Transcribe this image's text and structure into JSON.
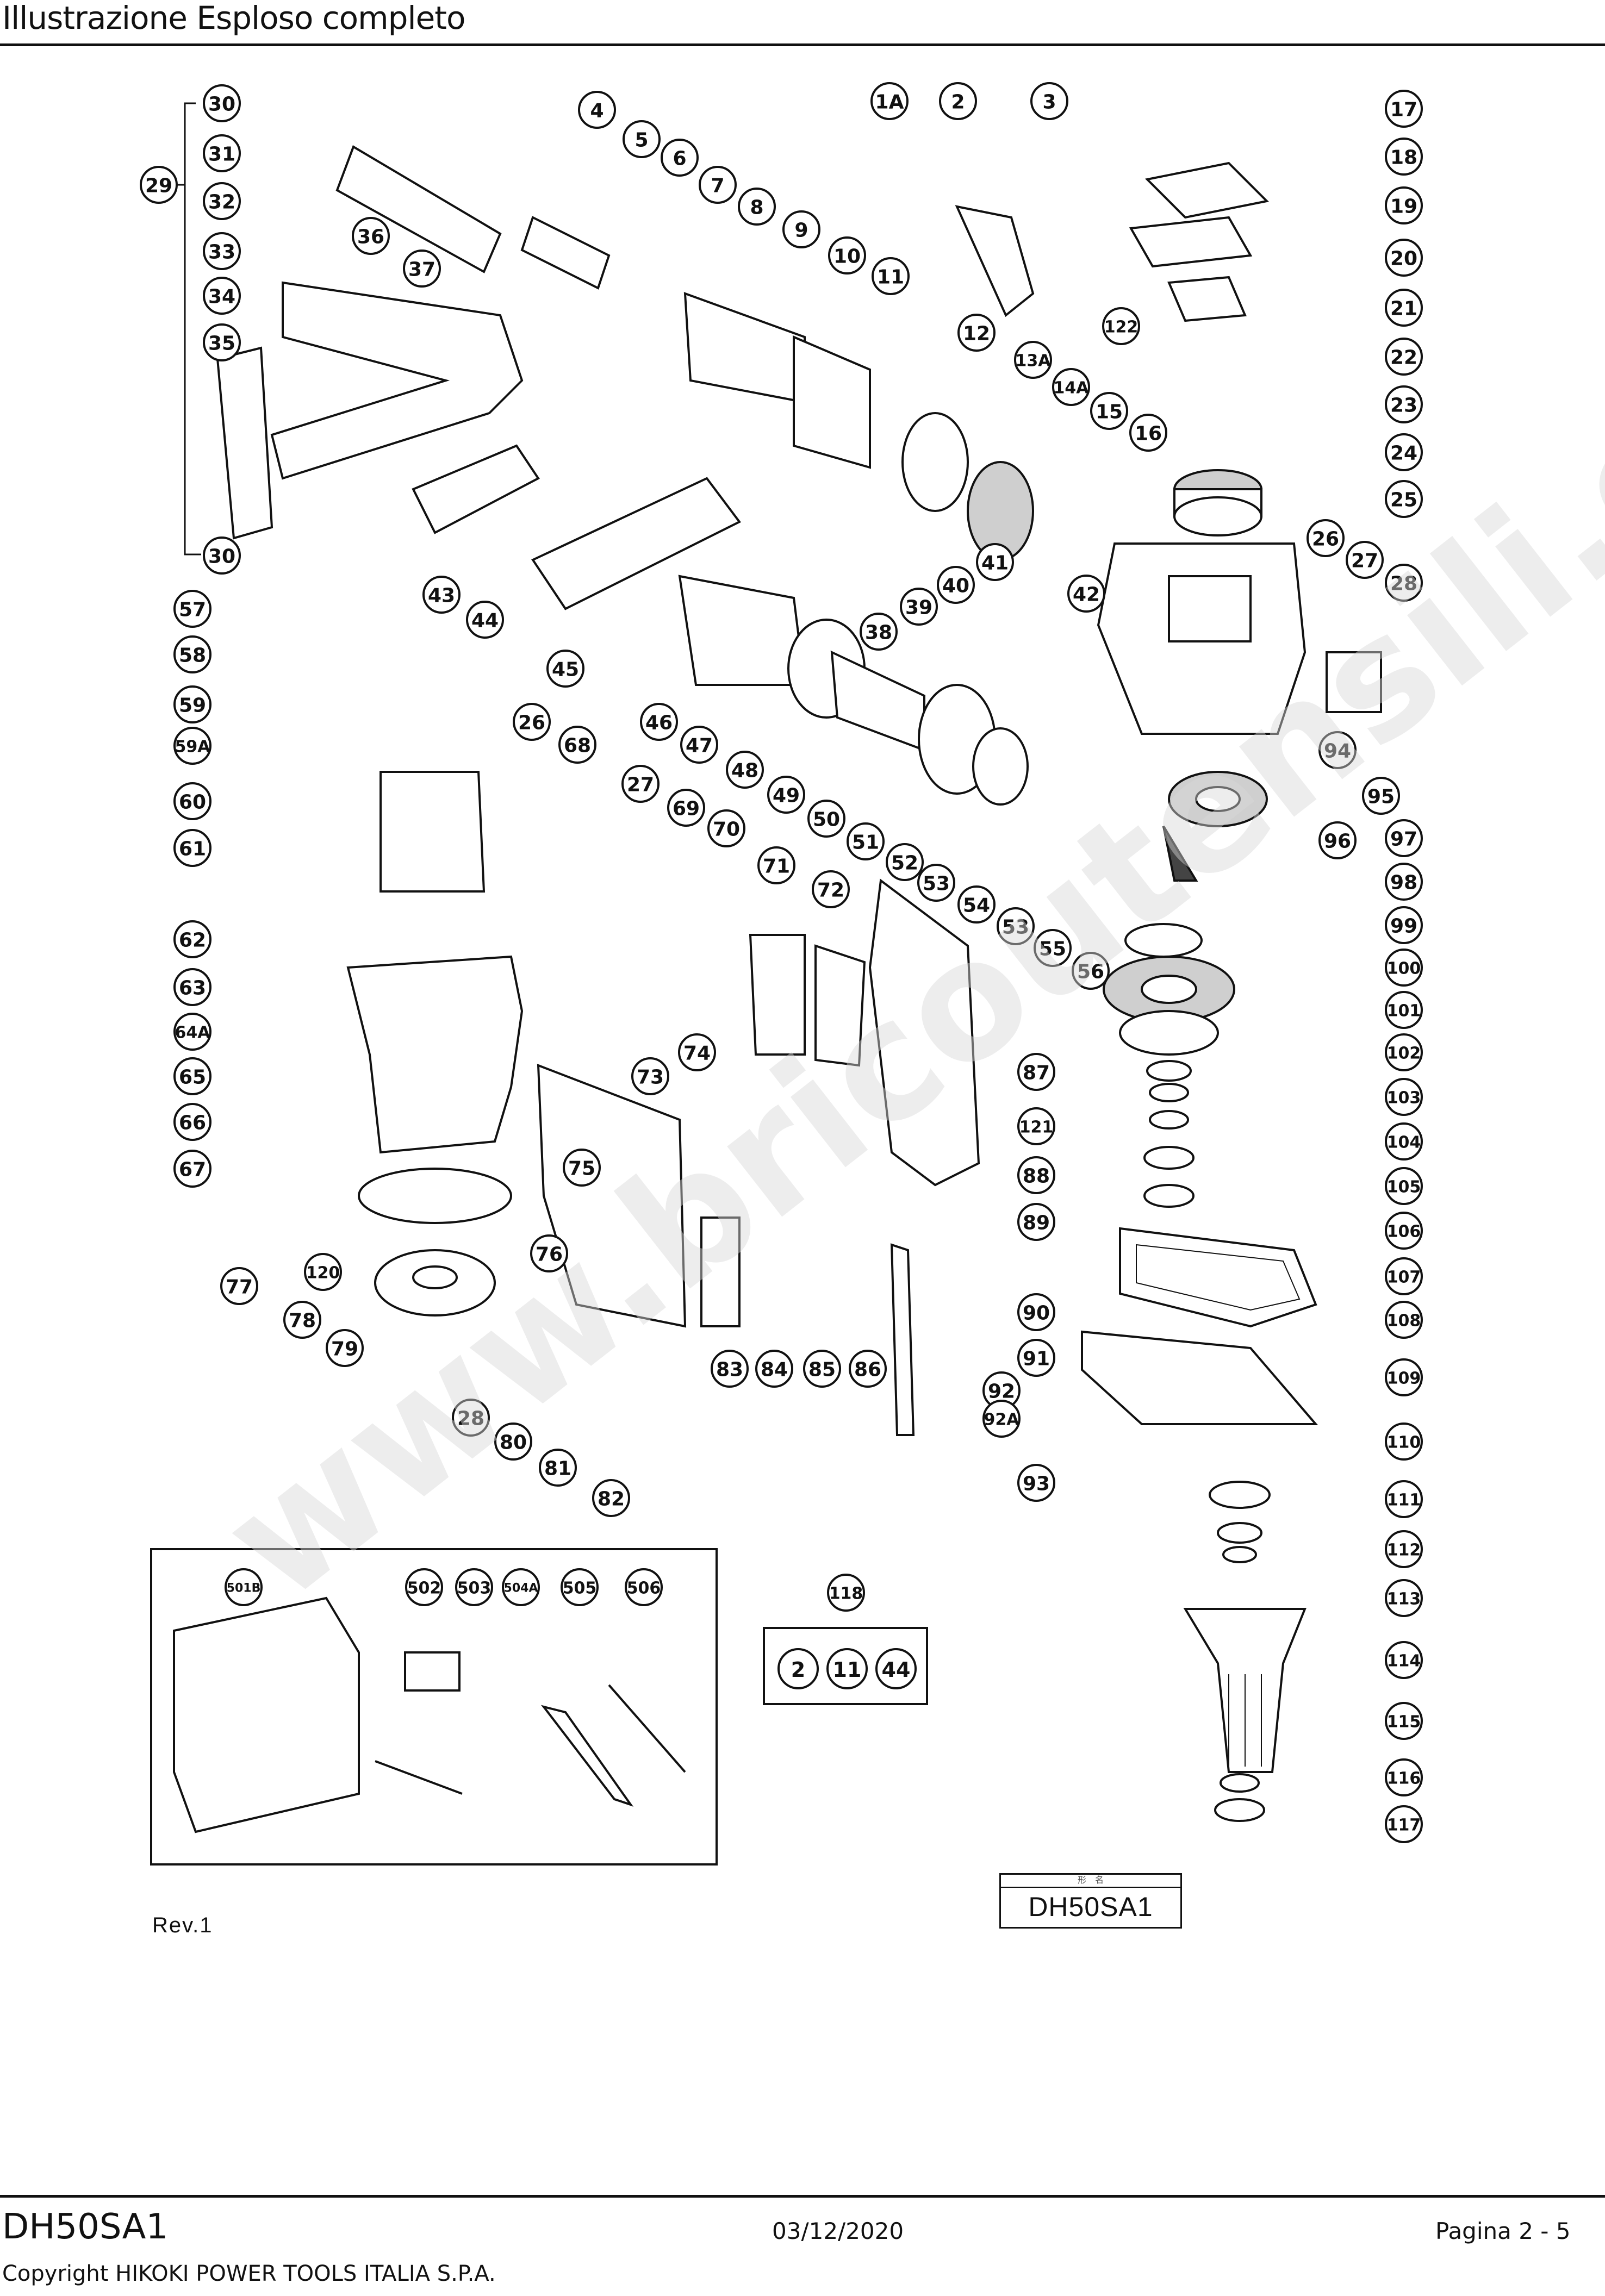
{
  "header": {
    "title": "Illustrazione  Esploso completo"
  },
  "watermark": "www.bricoutensili.com",
  "diagram": {
    "callouts": [
      "1A",
      "2",
      "3",
      "4",
      "5",
      "6",
      "7",
      "8",
      "9",
      "10",
      "11",
      "12",
      "13A",
      "14A",
      "15",
      "16",
      "17",
      "18",
      "19",
      "20",
      "21",
      "22",
      "23",
      "24",
      "25",
      "26",
      "27",
      "28",
      "29",
      "30",
      "31",
      "32",
      "33",
      "34",
      "35",
      "36",
      "37",
      "38",
      "39",
      "40",
      "41",
      "42",
      "43",
      "44",
      "45",
      "46",
      "47",
      "48",
      "49",
      "50",
      "51",
      "52",
      "53",
      "54",
      "55",
      "56",
      "57",
      "58",
      "59",
      "59A",
      "60",
      "61",
      "62",
      "63",
      "64A",
      "65",
      "66",
      "67",
      "68",
      "69",
      "70",
      "71",
      "72",
      "73",
      "74",
      "75",
      "76",
      "77",
      "78",
      "79",
      "80",
      "81",
      "82",
      "83",
      "84",
      "85",
      "86",
      "87",
      "88",
      "89",
      "90",
      "91",
      "92",
      "92A",
      "93",
      "94",
      "95",
      "96",
      "97",
      "98",
      "99",
      "100",
      "101",
      "102",
      "103",
      "104",
      "105",
      "106",
      "107",
      "108",
      "109",
      "110",
      "111",
      "112",
      "113",
      "114",
      "115",
      "116",
      "117",
      "118",
      "120",
      "121",
      "122",
      "501B",
      "502",
      "503",
      "504A",
      "505",
      "506"
    ],
    "kit_118_contents": [
      "2",
      "11",
      "44"
    ]
  },
  "rev_label": "Rev.1",
  "model_box": {
    "header": "形　名",
    "model": "DH50SA1"
  },
  "footer": {
    "model": "DH50SA1",
    "date": "03/12/2020",
    "page": "Pagina 2 - 5",
    "copyright": "Copyright HIKOKI POWER TOOLS ITALIA S.P.A."
  }
}
